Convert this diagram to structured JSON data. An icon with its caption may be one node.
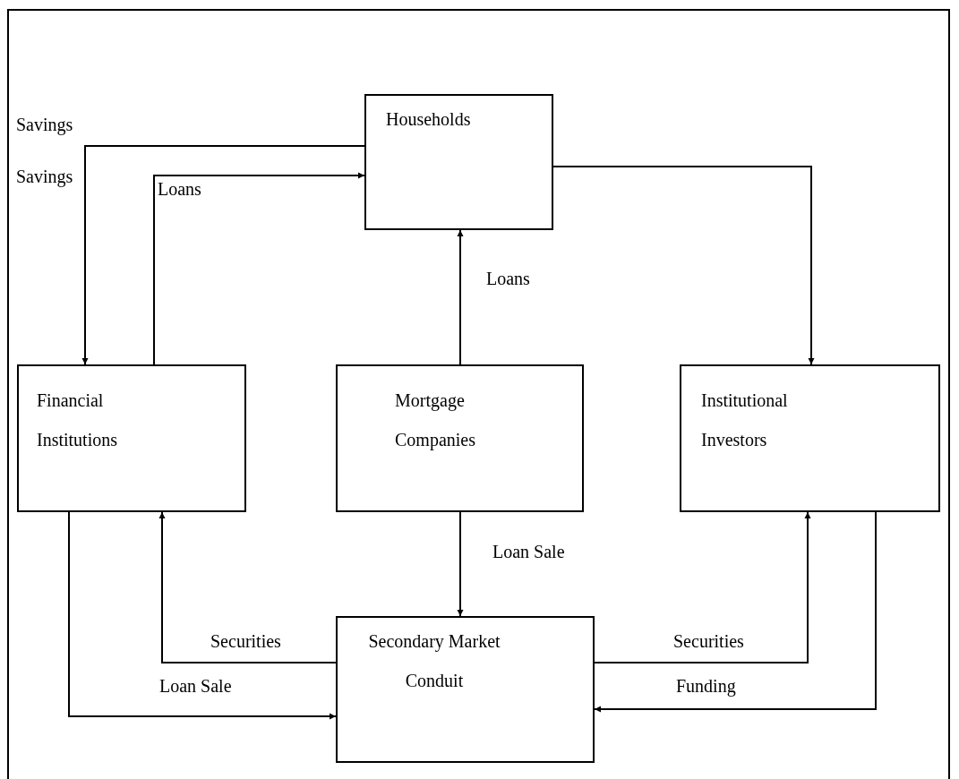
{
  "diagram": {
    "nodes": [
      {
        "text": [
          "Households"
        ]
      },
      {
        "text": [
          "Financial Institutions"
        ]
      },
      {
        "text": [
          "Mortgage Companies"
        ]
      },
      {
        "text": [
          "Institutional Investors"
        ]
      },
      {
        "text": [
          "Secondary Market Conduit"
        ]
      }
    ],
    "edges": [
      {
        "from": 0,
        "to": 1,
        "arrow": "to",
        "label": "Savings"
      },
      {
        "from": 1,
        "to": 0,
        "arrow": "to",
        "label": "Loans"
      },
      {
        "from": 0,
        "to": 3,
        "arrow": "to"
      },
      {
        "from": 2,
        "to": 0,
        "arrow": "to",
        "label": "Loans"
      },
      {
        "from": 2,
        "to": 4,
        "arrow": "to",
        "label": "Loan Sale"
      },
      {
        "from": 4,
        "to": 1,
        "arrow": "to",
        "label": "Securities"
      },
      {
        "from": 1,
        "to": 4,
        "arrow": "to",
        "label": "Loan Sale"
      },
      {
        "from": 4,
        "to": 3,
        "arrow": "to",
        "label": "Securities"
      },
      {
        "from": 3,
        "to": 4,
        "arrow": "to",
        "label": "Funding"
      }
    ],
    "labels": [
      "Savings"
    ]
  }
}
